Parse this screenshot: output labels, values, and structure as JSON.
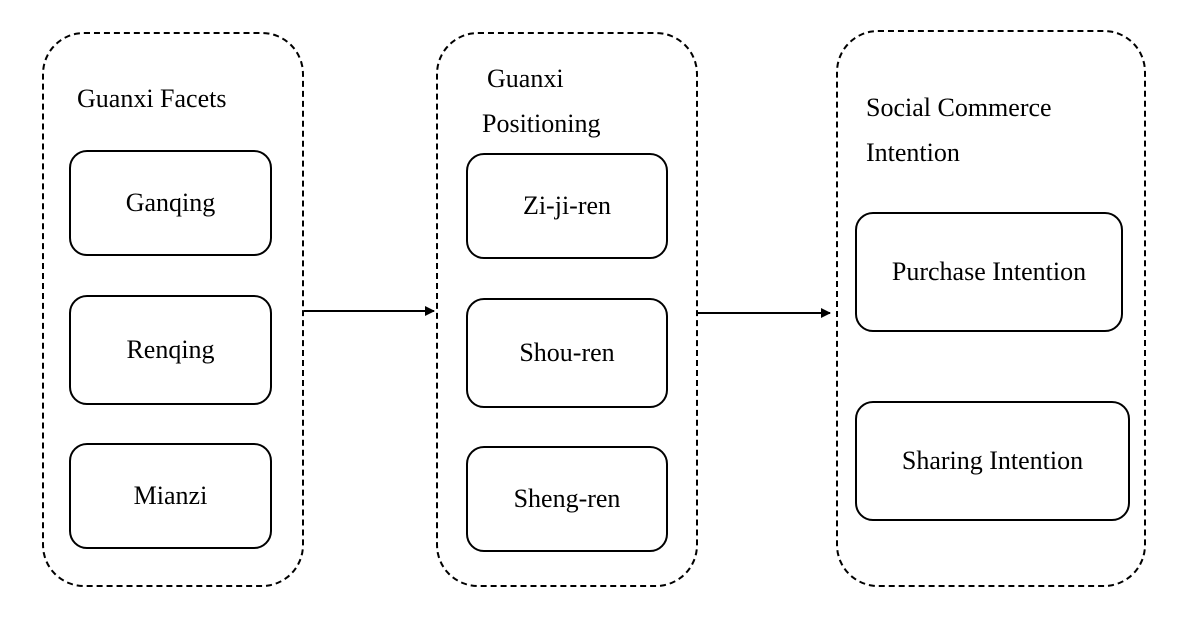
{
  "groups": {
    "facets": {
      "title": "Guanxi Facets",
      "items": [
        "Ganqing",
        "Renqing",
        "Mianzi"
      ]
    },
    "positioning": {
      "title_line1": "Guanxi",
      "title_line2": "Positioning",
      "items": [
        "Zi-ji-ren",
        "Shou-ren",
        "Sheng-ren"
      ]
    },
    "intention": {
      "title_line1": "Social Commerce",
      "title_line2": "Intention",
      "items": [
        "Purchase Intention",
        "Sharing Intention"
      ]
    }
  },
  "colors": {
    "line": "#000000",
    "background": "#ffffff"
  }
}
